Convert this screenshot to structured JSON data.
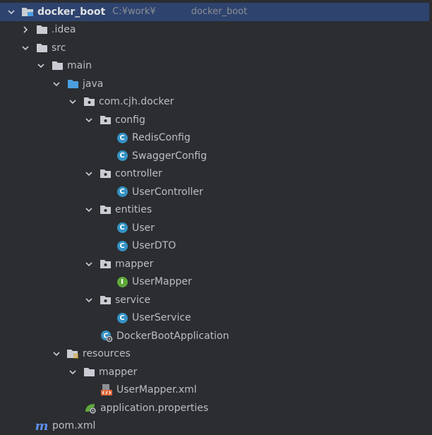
{
  "project": {
    "name": "docker_boot",
    "path_prefix": "C:¥work¥",
    "path_suffix": "docker_boot"
  },
  "tree": {
    "idea": ".idea",
    "src": "src",
    "main": "main",
    "java": "java",
    "package": "com.cjh.docker",
    "config": "config",
    "redis_config": "RedisConfig",
    "swagger_config": "SwaggerConfig",
    "controller": "controller",
    "user_controller": "UserController",
    "entities": "entities",
    "user": "User",
    "user_dto": "UserDTO",
    "mapper": "mapper",
    "user_mapper": "UserMapper",
    "service": "service",
    "user_service": "UserService",
    "app_class": "DockerBootApplication",
    "resources": "resources",
    "res_mapper": "mapper",
    "user_mapper_xml": "UserMapper.xml",
    "app_properties": "application.properties",
    "pom": "pom.xml"
  },
  "icons": {
    "class_badge": "C",
    "interface_badge": "I",
    "maven_badge": "m"
  },
  "colors": {
    "background": "#2b2d30",
    "selection": "#2e436e",
    "class": "#3592c4",
    "interface": "#5fa83a",
    "folder": "#c9ccd2",
    "source_folder": "#4b9ee0",
    "maven": "#5c8ee6",
    "xml": "#e06a3b",
    "spring": "#5fa83a"
  }
}
